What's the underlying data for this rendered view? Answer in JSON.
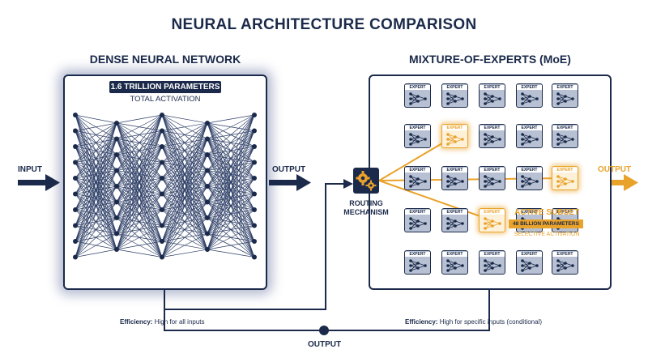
{
  "title": "NEURAL ARCHITECTURE COMPARISON",
  "dense": {
    "heading": "DENSE NEURAL NETWORK",
    "params": "1.6 TRILLION PARAMETERS",
    "activation": "TOTAL ACTIVATION",
    "input_label": "INPUT",
    "output_label": "OUTPUT",
    "efficiency_key": "Efficiency:",
    "efficiency_value": "High for all inputs"
  },
  "moe": {
    "heading": "MIXTURE-OF-EXPERTS (MoE)",
    "expert_label": "EXPERT",
    "router_line1": "ROUTING",
    "router_line2": "MECHANISM",
    "active_subset": "ACTIVE SUBSET",
    "active_params": "48 BILLION PARAMETERS",
    "selective": "SELECTIVE ACTIVATION",
    "output_label": "OUTPUT",
    "efficiency_key": "Efficiency:",
    "efficiency_value": "High for specific inputs (conditional)",
    "grid": {
      "rows": 5,
      "cols": 5,
      "active": [
        [
          1,
          1
        ],
        [
          2,
          4
        ],
        [
          3,
          2
        ]
      ]
    }
  },
  "bottom_output": "OUTPUT",
  "colors": {
    "navy": "#1b2a4a",
    "orange": "#e9a22a",
    "expert_fill": "#b7c1d3"
  },
  "icons": {
    "router": "gears-icon",
    "expert": "mini-network-icon"
  }
}
